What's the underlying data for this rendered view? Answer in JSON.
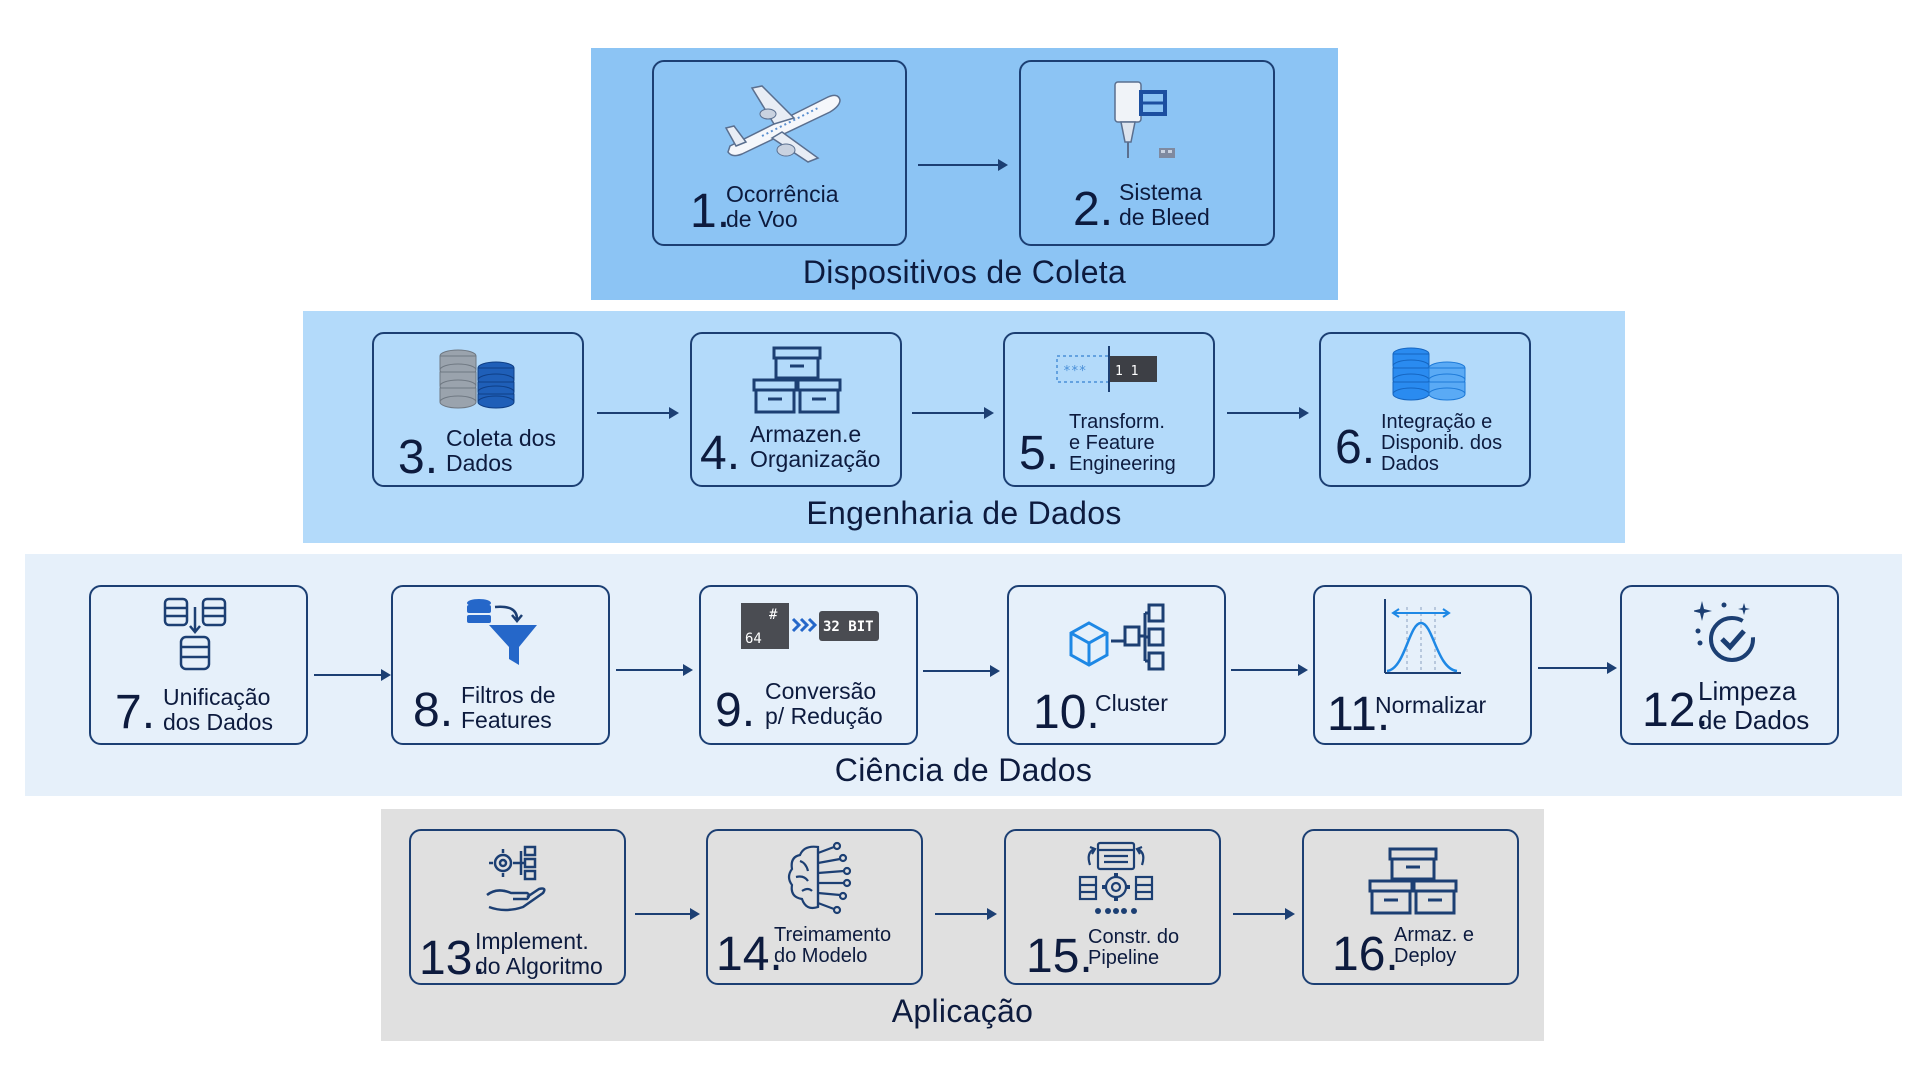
{
  "sections": {
    "coleta": {
      "title": "Dispositivos de Coleta",
      "bg": "#8cc4f4",
      "cards": [
        {
          "num": "1.",
          "line1": "Ocorrência",
          "line2": "de Voo",
          "icon": "airplane-icon"
        },
        {
          "num": "2.",
          "line1": "Sistema",
          "line2": "de Bleed",
          "icon": "bleed-valve-icon"
        }
      ]
    },
    "engenharia": {
      "title": "Engenharia de Dados",
      "bg": "#b3dafa",
      "cards": [
        {
          "num": "3.",
          "line1": "Coleta dos",
          "line2": "Dados",
          "icon": "database-stack-icon"
        },
        {
          "num": "4.",
          "line1": "Armazen.e",
          "line2": "Organização",
          "icon": "storage-boxes-icon"
        },
        {
          "num": "5.",
          "line1": "Transform.",
          "line2": "e Feature",
          "line3": "Engineering",
          "icon": "binary-transform-icon",
          "icon_text": "*** 1 1"
        },
        {
          "num": "6.",
          "line1": "Integração e",
          "line2": "Disponib. dos",
          "line3": "Dados",
          "icon": "database-integration-icon"
        }
      ]
    },
    "ciencia": {
      "title": "Ciência de Dados",
      "bg": "#e6f0fa",
      "cards": [
        {
          "num": "7.",
          "line1": "Unificação",
          "line2": "dos Dados",
          "icon": "data-merge-icon"
        },
        {
          "num": "8.",
          "line1": "Filtros de",
          "line2": "Features",
          "icon": "database-filter-icon"
        },
        {
          "num": "9.",
          "line1": "Conversão",
          "line2": "p/ Redução",
          "icon": "bit-conversion-icon",
          "icon_text_a": "#",
          "icon_text_b": "64",
          "icon_text_c": "32 BIT"
        },
        {
          "num": "10.",
          "line1": "Cluster",
          "icon": "cluster-icon"
        },
        {
          "num": "11.",
          "line1": "Normalizar",
          "icon": "normal-distribution-icon"
        },
        {
          "num": "12.",
          "line1": "Limpeza",
          "line2": "de Dados",
          "icon": "sparkle-check-icon"
        }
      ]
    },
    "aplicacao": {
      "title": "Aplicação",
      "bg": "#e0e0e0",
      "cards": [
        {
          "num": "13.",
          "line1": "Implement.",
          "line2": "do Algoritmo",
          "icon": "algorithm-hand-icon"
        },
        {
          "num": "14.",
          "line1": "Treimamento",
          "line2": "do Modelo",
          "icon": "brain-network-icon"
        },
        {
          "num": "15.",
          "line1": "Constr. do",
          "line2": "Pipeline",
          "icon": "pipeline-gear-icon"
        },
        {
          "num": "16.",
          "line1": "Armaz. e",
          "line2": "Deploy",
          "icon": "deploy-boxes-icon"
        }
      ]
    }
  },
  "colors": {
    "card_border": "#1c3f73",
    "text": "#0d1b3e",
    "icon_navy": "#1c3f73",
    "icon_blue": "#2a7fd4"
  }
}
